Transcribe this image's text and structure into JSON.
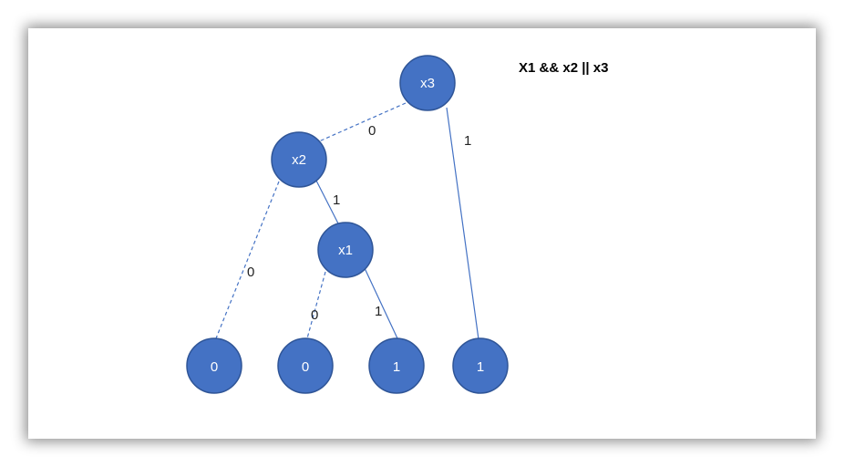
{
  "diagram": {
    "formula": "X1 && x2 || x3",
    "colors": {
      "node_fill": "#4472c4",
      "node_stroke": "#2f5597",
      "edge": "#4472c4"
    },
    "nodes": {
      "x3": "x3",
      "x2": "x2",
      "x1": "x1",
      "leaf1": "0",
      "leaf2": "0",
      "leaf3": "1",
      "leaf4": "1"
    },
    "edges": {
      "x3_x2": "0",
      "x3_leaf4": "1",
      "x2_x1": "1",
      "x2_leaf1": "0",
      "x1_leaf2": "0",
      "x1_leaf3": "1"
    }
  }
}
